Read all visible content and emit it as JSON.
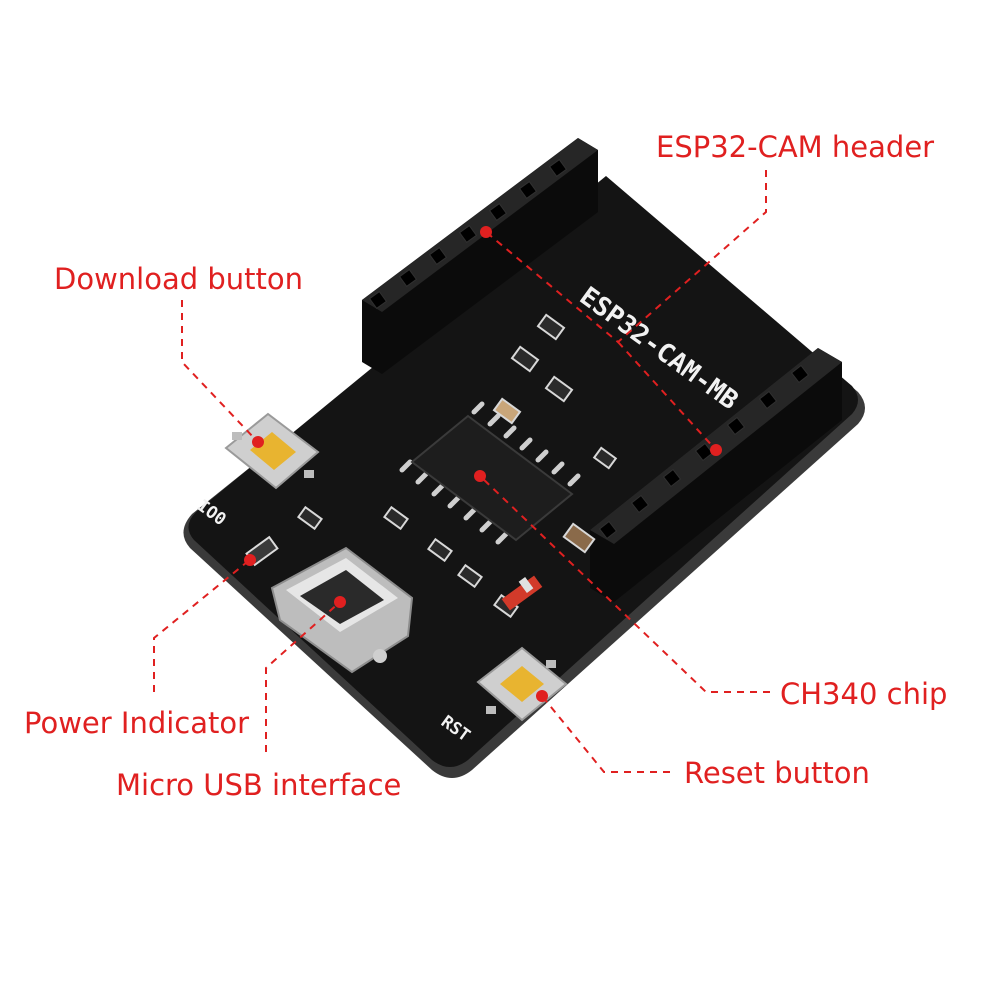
{
  "callouts": {
    "esp32_cam_header": "ESP32-CAM header",
    "download_button": "Download button",
    "power_indicator": "Power Indicator",
    "micro_usb_interface": "Micro USB interface",
    "ch340_chip": "CH340 chip",
    "reset_button": "Reset button"
  },
  "board": {
    "silkscreen_title": "ESP32-CAM-MB",
    "label_io0": "IO0",
    "label_rst": "RST"
  },
  "colors": {
    "accent": "#e02020",
    "pcb": "#121212",
    "button": "#e8b430"
  }
}
